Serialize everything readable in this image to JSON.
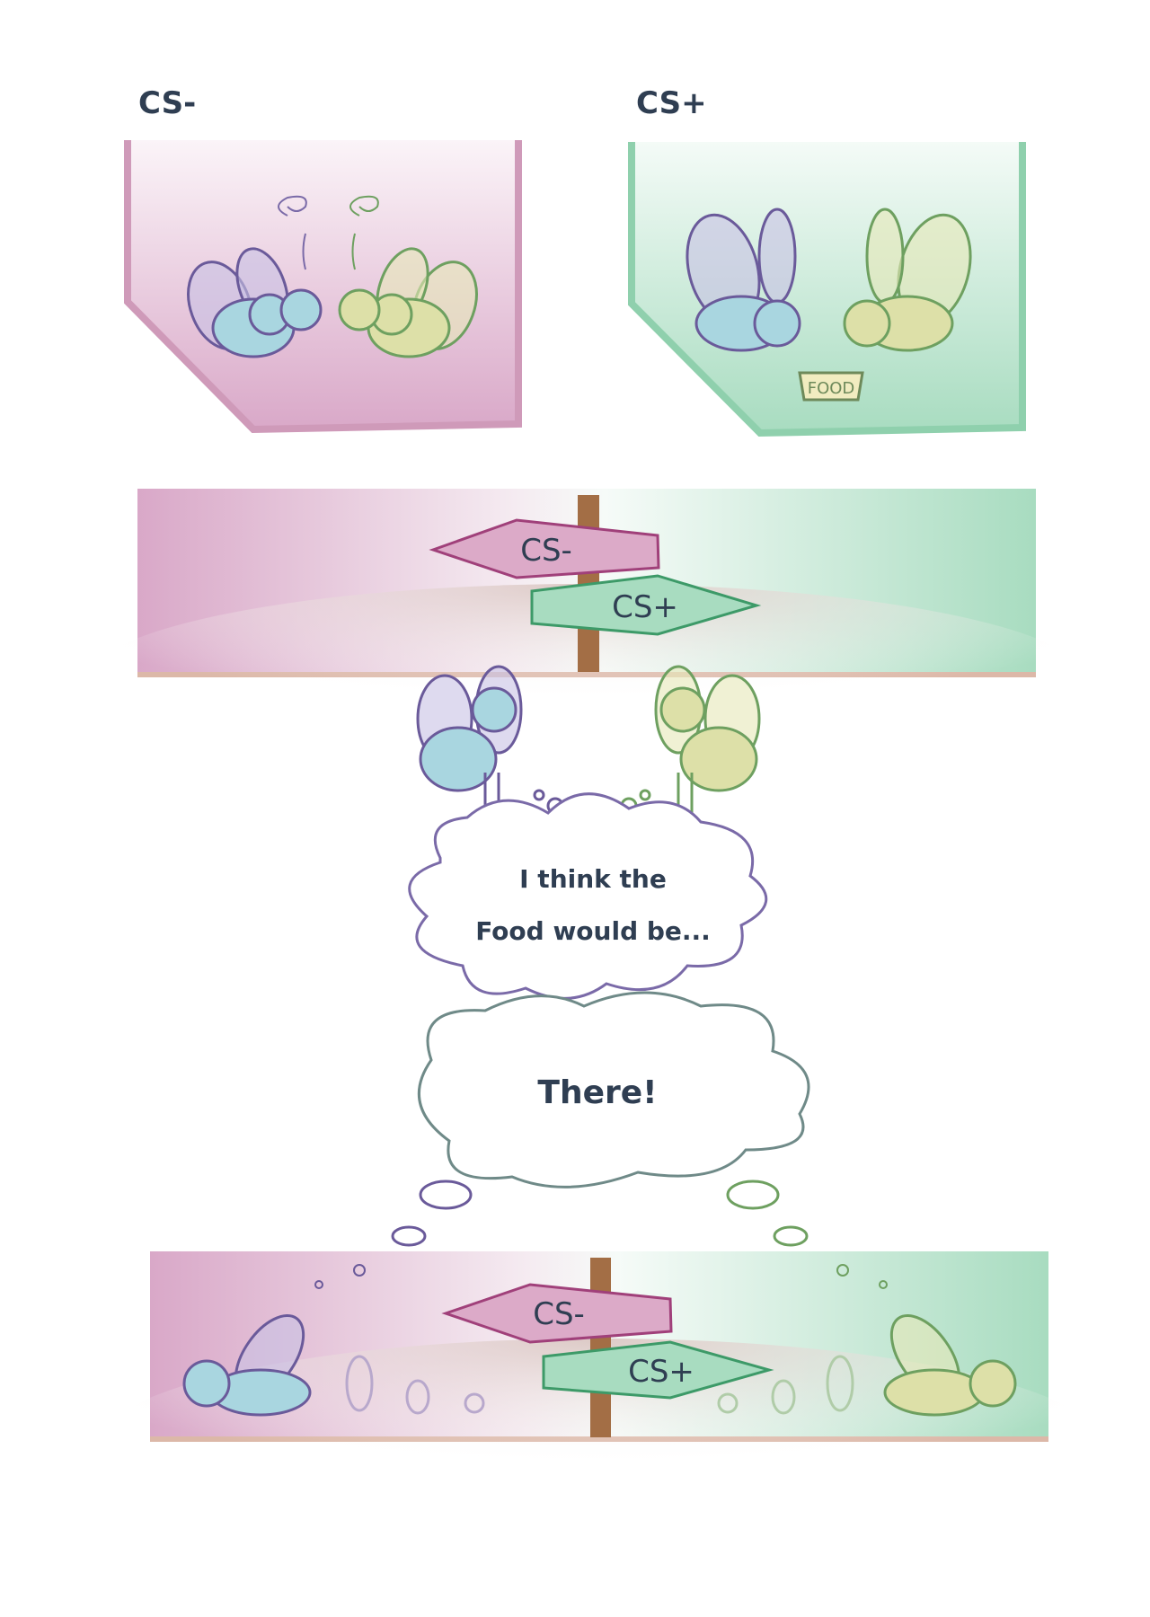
{
  "panels": {
    "left_label": "CS-",
    "right_label": "CS+",
    "food_label": "FOOD"
  },
  "signs": {
    "cs_minus": "CS-",
    "cs_plus": "CS+"
  },
  "thoughts": {
    "line1": "I think the",
    "line2": "Food would be...",
    "answer": "There!"
  },
  "colors": {
    "cs_minus": "#d9a8c8",
    "cs_minus_border": "#a0407a",
    "cs_plus": "#a8dcc0",
    "cs_plus_border": "#3d9a68",
    "text": "#2f3e52",
    "fly_blue": "#a9d6e0",
    "fly_green": "#dde0a8"
  }
}
